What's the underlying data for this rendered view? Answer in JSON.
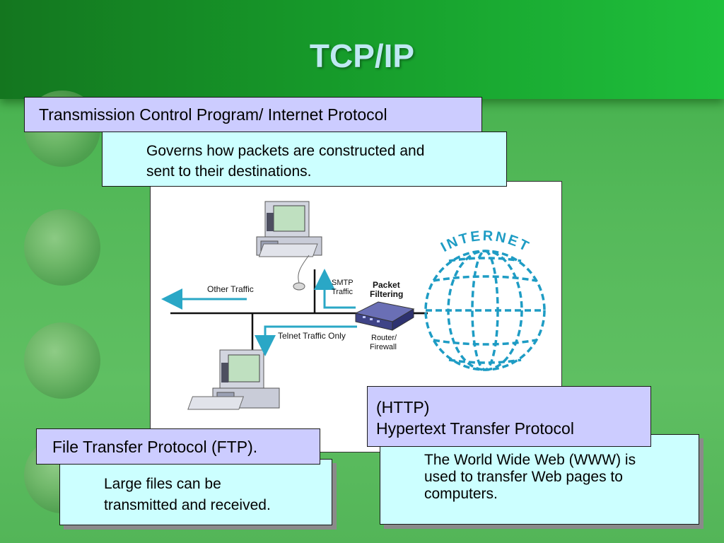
{
  "slide": {
    "title": "TCP/IP"
  },
  "boxes": {
    "tcpip_name": "Transmission Control Program/ Internet Protocol",
    "tcpip_desc_line1": "Governs how packets are constructed and",
    "tcpip_desc_line2": "sent to their destinations.",
    "http_line1": "(HTTP)",
    "http_line2": "Hypertext Transfer Protocol",
    "www_desc_line1": "The World Wide Web (WWW) is",
    "www_desc_line2": "used to transfer Web pages to",
    "www_desc_line3": "computers.",
    "ftp_name": "File Transfer Protocol (FTP).",
    "ftp_desc_line1": "Large files can be",
    "ftp_desc_line2": "transmitted and received."
  },
  "diagram": {
    "other_traffic": "Other Traffic",
    "smtp_line1": "SMTP",
    "smtp_line2": "Traffic",
    "packet_line1": "Packet",
    "packet_line2": "Filtering",
    "telnet": "Telnet Traffic Only",
    "router_line1": "Router/",
    "router_line2": "Firewall",
    "internet": "INTERNET"
  },
  "colors": {
    "label_box": "#ccccff",
    "desc_box": "#ccffff",
    "arrow": "#2aa7c6",
    "globe": "#1e9cc4",
    "title": "#bfe8f2"
  }
}
